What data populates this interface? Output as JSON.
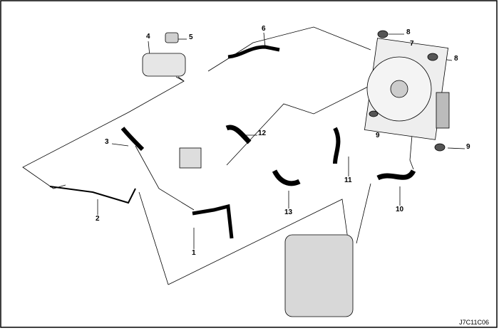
{
  "callouts": [
    "1",
    "2",
    "3",
    "4",
    "5",
    "6",
    "7",
    "8",
    "8",
    "9",
    "9",
    "10",
    "11",
    "12",
    "13"
  ],
  "figure_code": "J7C11C06"
}
